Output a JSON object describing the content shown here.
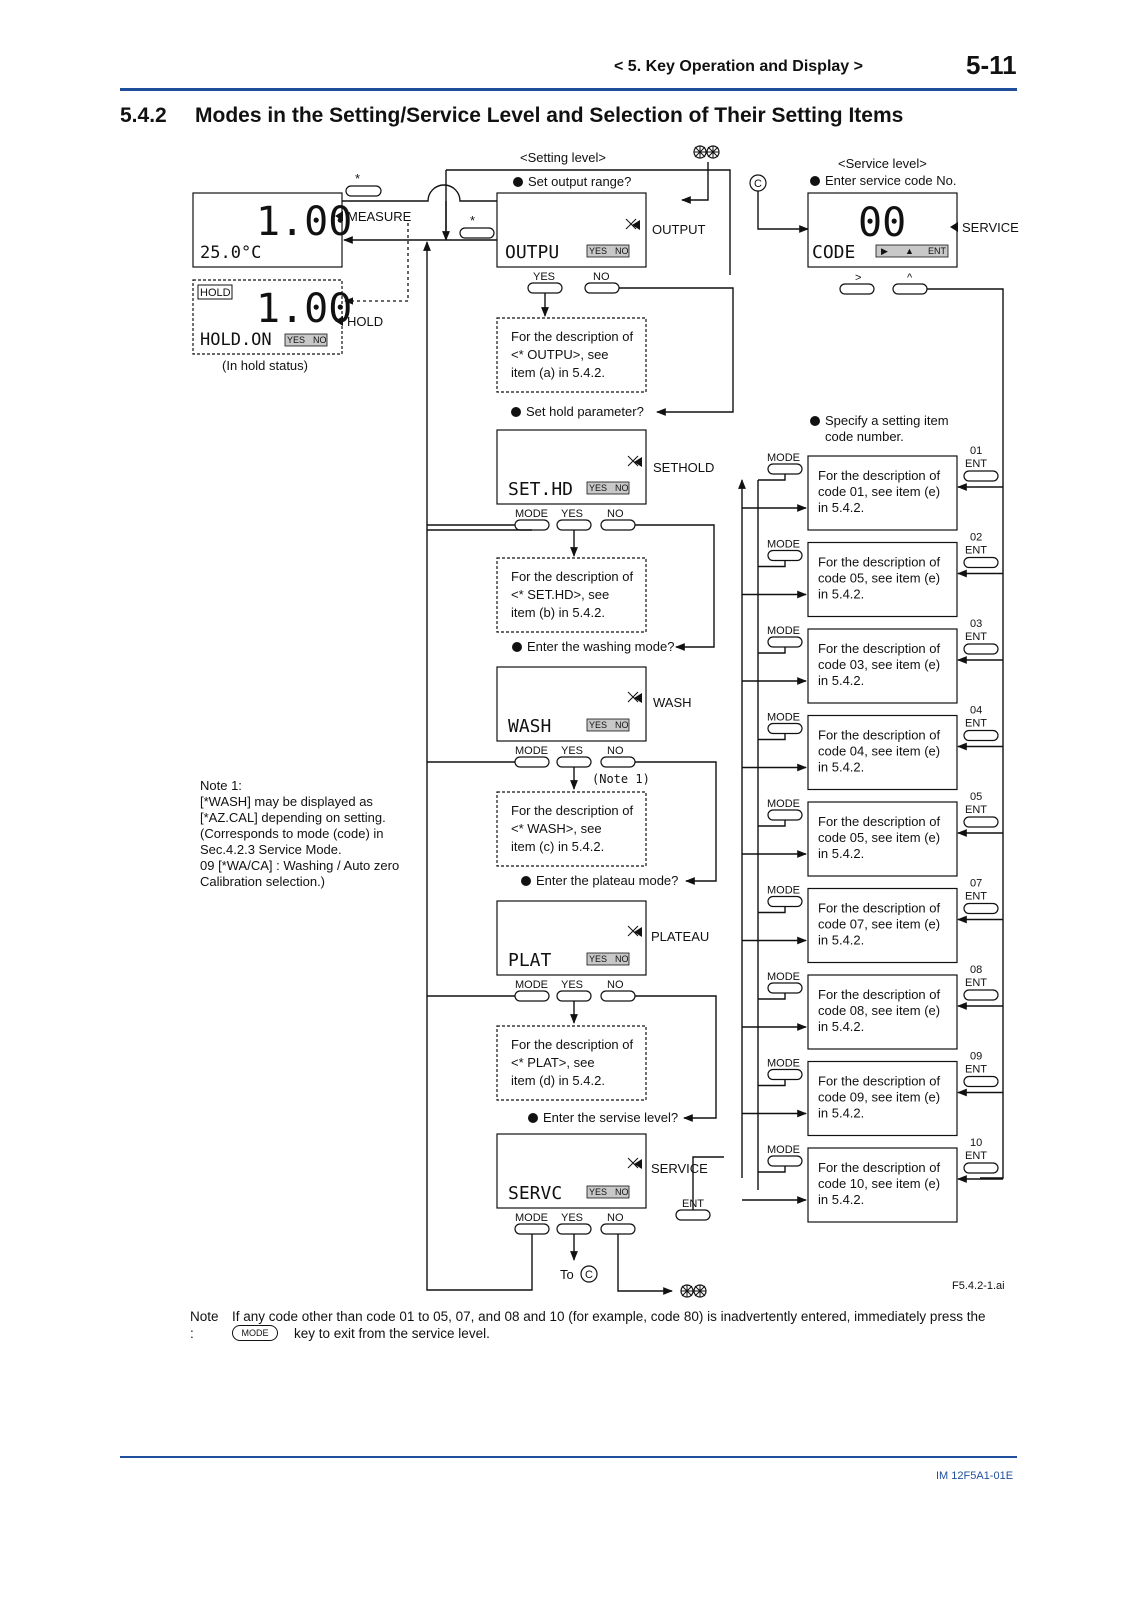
{
  "header": {
    "section_title": "< 5. Key Operation and Display >",
    "page_number": "5-11"
  },
  "heading": {
    "number": "5.4.2",
    "text": "Modes in the Setting/Service Level and Selection of Their Setting Items"
  },
  "colors": {
    "rule": "#1f4e9c",
    "doc_id": "#1f4e9c"
  },
  "diagram": {
    "setting_level": "<Setting level>",
    "service_level": "<Service level>",
    "connector_c": "C",
    "asterisk": "*",
    "measure": {
      "main": "1.00",
      "sub": "25.0°C",
      "label": "MEASURE"
    },
    "hold": {
      "flag": "HOLD",
      "main": "1.00",
      "sub": "HOLD.ON",
      "label": "HOLD",
      "caption": "(In hold status)"
    },
    "output": {
      "question": "Set output range?",
      "seg": "OUTPU",
      "label": "OUTPUT",
      "yes": "YES",
      "no": "NO",
      "desc": [
        "For the description of",
        "<* OUTPU>, see",
        "item (a) in 5.4.2."
      ]
    },
    "sethold": {
      "question": "Set hold parameter?",
      "seg": "SET.HD",
      "label": "SETHOLD",
      "desc": [
        "For the description of",
        "<* SET.HD>, see",
        "item (b) in 5.4.2."
      ]
    },
    "wash": {
      "question": "Enter the washing mode?",
      "seg": "WASH",
      "label": "WASH",
      "note_ref": "(Note 1)",
      "desc": [
        "For the description of",
        "<* WASH>, see",
        "item (c) in 5.4.2."
      ]
    },
    "plateau": {
      "question": "Enter the plateau mode?",
      "seg": "PLAT",
      "label": "PLATEAU",
      "desc": [
        "For the description of",
        "<* PLAT>, see",
        "item (d) in 5.4.2."
      ]
    },
    "service": {
      "question": "Enter the servise level?",
      "seg": "SERVC",
      "label": "SERVICE",
      "to": "To",
      "ent": "ENT"
    },
    "code": {
      "question": "Enter service code No.",
      "main": "00",
      "seg": "CODE",
      "label": "SERVICE",
      "key_right": ">",
      "key_up": "^",
      "ent": "ENT"
    },
    "specify": [
      "Specify a setting item",
      "code number."
    ],
    "keys": {
      "mode": "MODE",
      "yes": "YES",
      "no": "NO",
      "ent": "ENT"
    },
    "codes": [
      {
        "num": "01",
        "lines": [
          "For the description of",
          "code 01, see item (e)",
          "in 5.4.2."
        ]
      },
      {
        "num": "02",
        "lines": [
          "For the description of",
          "code 05, see item (e)",
          "in 5.4.2."
        ]
      },
      {
        "num": "03",
        "lines": [
          "For the description of",
          "code 03, see item (e)",
          "in 5.4.2."
        ]
      },
      {
        "num": "04",
        "lines": [
          "For the description of",
          "code 04, see item (e)",
          "in 5.4.2."
        ]
      },
      {
        "num": "05",
        "lines": [
          "For the description of",
          "code 05, see item (e)",
          "in 5.4.2."
        ]
      },
      {
        "num": "07",
        "lines": [
          "For the description of",
          "code 07, see item (e)",
          "in 5.4.2."
        ]
      },
      {
        "num": "08",
        "lines": [
          "For the description of",
          "code 08, see item (e)",
          "in 5.4.2."
        ]
      },
      {
        "num": "09",
        "lines": [
          "For the description of",
          "code 09, see item (e)",
          "in 5.4.2."
        ]
      },
      {
        "num": "10",
        "lines": [
          "For the description of",
          "code 10, see item (e)",
          "in 5.4.2."
        ]
      }
    ],
    "note1": [
      "Note 1:",
      "[*WASH] may be displayed as",
      "[*AZ.CAL] depending on setting.",
      "(Corresponds to mode (code) in",
      "Sec.4.2.3 Service Mode.",
      "09 [*WA/CA] : Washing / Auto zero",
      "Calibration selection.)"
    ],
    "fig_id": "F5.4.2-1.ai"
  },
  "note": {
    "label": "Note :",
    "text": "If any code other than code 01 to 05, 07, and 08 and 10 (for example, code 80) is inadvertently entered, immediately press the",
    "key": "MODE",
    "text2": "key to exit from the service level."
  },
  "footer": {
    "doc_id": "IM 12F5A1-01E"
  }
}
